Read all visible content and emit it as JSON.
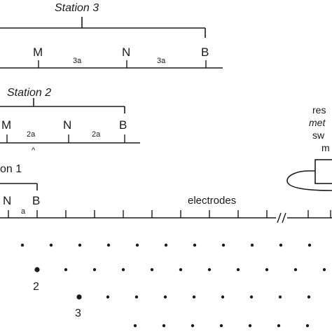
{
  "station3": {
    "title": "Station 3",
    "labels": [
      "M",
      "N",
      "B"
    ],
    "spacing": [
      "3a",
      "3a"
    ]
  },
  "station2": {
    "title": "Station 2",
    "labels": [
      "M",
      "N",
      "B"
    ],
    "spacing": [
      "2a",
      "2a"
    ],
    "marker": "^"
  },
  "station1": {
    "title": "on 1",
    "labels": [
      "N",
      "B"
    ],
    "spacing": [
      "a"
    ]
  },
  "electrodes_label": "electrodes",
  "meter_text": [
    "res",
    "met",
    "sw",
    "m"
  ],
  "level_labels": [
    "2",
    "3"
  ],
  "colors": {
    "ink": "#1a1a1a",
    "background": "#ffffff"
  }
}
